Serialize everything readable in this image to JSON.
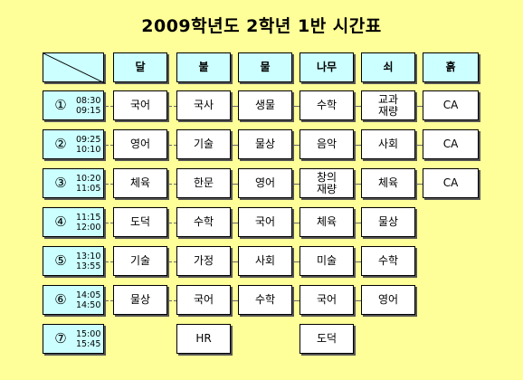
{
  "title": "2009학년도 2학년 1반 시간표",
  "days": [
    "달",
    "불",
    "물",
    "나무",
    "쇠",
    "흙"
  ],
  "periods": [
    {
      "num": "①",
      "start": "08:30",
      "end": "09:15",
      "subjects": [
        "국어",
        "국사",
        "생물",
        "수학",
        "교과\n재량",
        "CA"
      ]
    },
    {
      "num": "②",
      "start": "09:25",
      "end": "10:10",
      "subjects": [
        "영어",
        "기술",
        "물상",
        "음악",
        "사회",
        "CA"
      ]
    },
    {
      "num": "③",
      "start": "10:20",
      "end": "11:05",
      "subjects": [
        "체육",
        "한문",
        "영어",
        "창의\n재량",
        "체육",
        "CA"
      ]
    },
    {
      "num": "④",
      "start": "11:15",
      "end": "12:00",
      "subjects": [
        "도덕",
        "수학",
        "국어",
        "체육",
        "물상",
        ""
      ]
    },
    {
      "num": "⑤",
      "start": "13:10",
      "end": "13:55",
      "subjects": [
        "기술",
        "가정",
        "사회",
        "미술",
        "수학",
        ""
      ]
    },
    {
      "num": "⑥",
      "start": "14:05",
      "end": "14:50",
      "subjects": [
        "물상",
        "국어",
        "수학",
        "국어",
        "영어",
        ""
      ]
    },
    {
      "num": "⑦",
      "start": "15:00",
      "end": "15:45",
      "subjects": [
        "",
        "HR",
        "",
        "도덕",
        "",
        ""
      ]
    }
  ]
}
